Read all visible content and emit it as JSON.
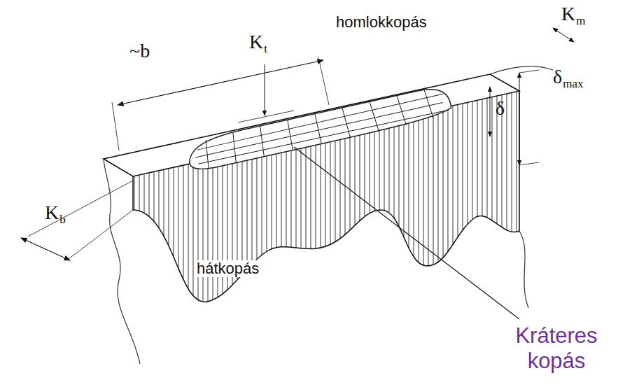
{
  "diagram": {
    "labels": [
      "~b",
      "Kt",
      "homlokkopás",
      "Km",
      "δ",
      "δmax",
      "hátkopás",
      "Kb",
      "Kráteres kopás"
    ]
  }
}
